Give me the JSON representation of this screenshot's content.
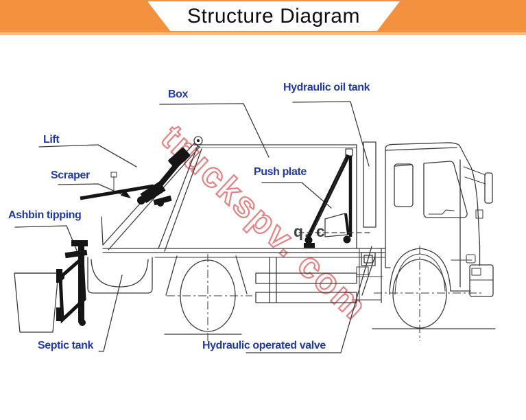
{
  "header": {
    "title": "Structure Diagram"
  },
  "labels": [
    {
      "id": "box",
      "text": "Box"
    },
    {
      "id": "hydraulic-oil-tank",
      "text": "Hydraulic oil tank"
    },
    {
      "id": "lift",
      "text": "Lift"
    },
    {
      "id": "scraper",
      "text": "Scraper"
    },
    {
      "id": "push-plate",
      "text": "Push plate"
    },
    {
      "id": "ashbin-tipping",
      "text": "Ashbin tipping"
    },
    {
      "id": "septic-tank",
      "text": "Septic tank"
    },
    {
      "id": "hydraulic-operated-valve",
      "text": "Hydraulic operated valve"
    }
  ],
  "watermark": {
    "text": "truckspv. com",
    "fragment": "q. c"
  },
  "colors": {
    "header_orange": "#F3913E",
    "header_strip": "#F8BE85",
    "label_blue": "#2139A4",
    "watermark_red": "#E06666",
    "line": "#3A3A3A"
  }
}
